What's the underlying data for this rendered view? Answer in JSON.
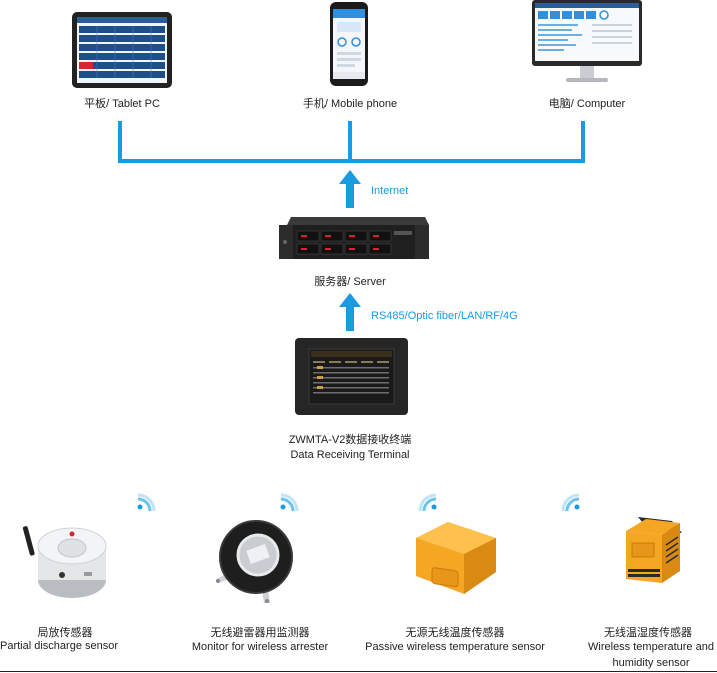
{
  "devices": {
    "tablet": "平板/ Tablet PC",
    "phone": "手机/ Mobile phone",
    "computer": "电脑/ Computer"
  },
  "links": {
    "internet": "Internet",
    "protocols": "RS485/Optic fiber/LAN/RF/4G"
  },
  "server": {
    "label": "服务器/ Server"
  },
  "terminal": {
    "label_cn": "ZWMTA-V2数据接收终端",
    "label_en": "Data Receiving Terminal"
  },
  "sensors": [
    {
      "cn": "局放传感器",
      "en": "Partial discharge sensor",
      "en2": ""
    },
    {
      "cn": "无线避雷器用监测器",
      "en": "Monitor for wireless arrester",
      "en2": ""
    },
    {
      "cn": "无源无线温度传感器",
      "en": "Passive wireless temperature sensor",
      "en2": ""
    },
    {
      "cn": "无线温湿度传感器",
      "en": "Wireless temperature and",
      "en2": "humidity sensor"
    }
  ],
  "colors": {
    "accent": "#1a9ae0",
    "sensor_orange": "#f5a623"
  }
}
